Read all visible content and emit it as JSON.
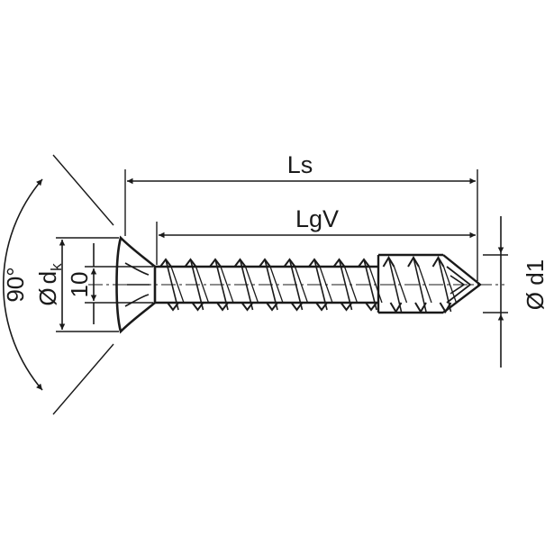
{
  "drawing": {
    "labels": {
      "ls": "Ls",
      "lgv": "LgV",
      "d1": "Ø d1",
      "angle": "90°",
      "dk_symbol": "Ø",
      "dk_main": "d",
      "dk_sub": "k",
      "ten": "10"
    },
    "colors": {
      "line": "#1a1a1a",
      "background": "#ffffff"
    }
  }
}
